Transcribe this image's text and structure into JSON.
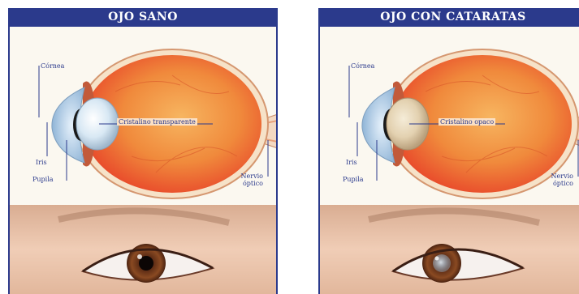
{
  "panels": [
    {
      "title": "OJO SANO",
      "labels": {
        "cornea": "Córnea",
        "iris": "Iris",
        "pupil": "Pupila",
        "lens": "Cristalino transparente",
        "nerve_line1": "Nervio",
        "nerve_line2": "óptico"
      }
    },
    {
      "title": "OJO CON CATARATAS",
      "labels": {
        "cornea": "Córnea",
        "iris": "Iris",
        "pupil": "Pupila",
        "lens": "Cristalino opaco",
        "nerve_line1": "Nervio",
        "nerve_line2": "óptico"
      }
    }
  ],
  "colors": {
    "banner": "#2b3a8c",
    "label_text": "#2b3a8c",
    "eyeball_interior": "#f2a04a",
    "retina_red": "#e8462a",
    "lens_clear": "#cfe3f2",
    "lens_opaque": "#e9dcc1",
    "iris_photo": "#7a3a1a",
    "skin": "#e8c2a8"
  }
}
